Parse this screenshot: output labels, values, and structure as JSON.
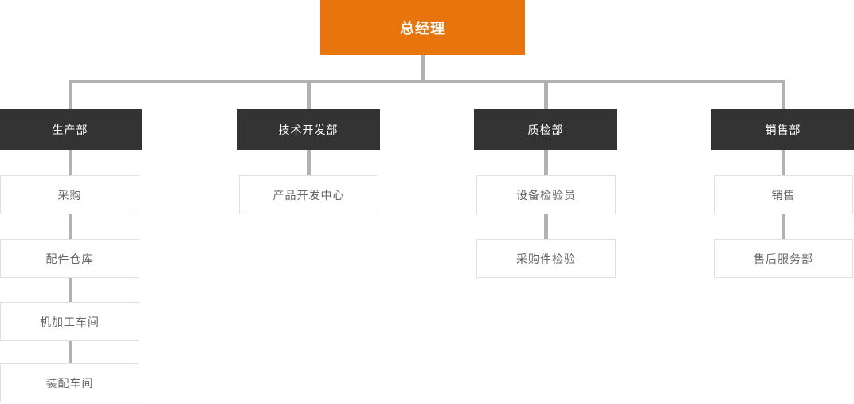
{
  "org_chart": {
    "root": {
      "label": "总经理"
    },
    "columns": [
      {
        "dept": {
          "label": "生产部"
        },
        "children": [
          {
            "label": "采购"
          },
          {
            "label": "配件仓库"
          },
          {
            "label": "机加工车间"
          },
          {
            "label": "装配车间"
          }
        ]
      },
      {
        "dept": {
          "label": "技术开发部"
        },
        "children": [
          {
            "label": "产品开发中心"
          }
        ]
      },
      {
        "dept": {
          "label": "质检部"
        },
        "children": [
          {
            "label": "设备检验员"
          },
          {
            "label": "采购件检验"
          }
        ]
      },
      {
        "dept": {
          "label": "销售部"
        },
        "children": [
          {
            "label": "销售"
          },
          {
            "label": "售后服务部"
          }
        ]
      }
    ],
    "colors": {
      "root_bg": "#e8740e",
      "root_text": "#ffffff",
      "dept_bg": "#333333",
      "dept_text": "#ffffff",
      "child_border": "#e0e0e0",
      "child_text": "#666666",
      "connector": "#b2b2b2"
    }
  }
}
